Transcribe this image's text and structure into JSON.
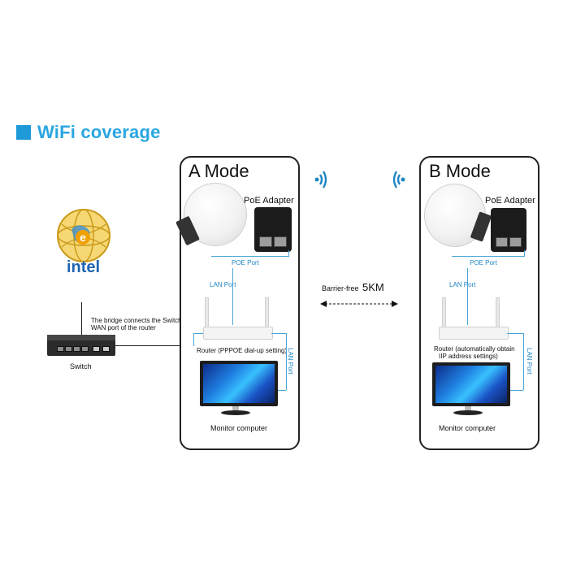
{
  "heading": {
    "title": "WiFi coverage"
  },
  "logo": {
    "text": "intel"
  },
  "switch": {
    "label": "Switch",
    "note_line1": "The bridge connects the Switch and the",
    "note_line2": "WAN port of the router"
  },
  "mode_a": {
    "title": "A Mode",
    "poe_adapter": "PoE Adapter",
    "poe_port": "POE Port",
    "lan_port": "LAN Port",
    "router": "Router (PPPOE dial-up setting)",
    "lan_port_side": "LAN Port",
    "monitor": "Monitor computer"
  },
  "mode_b": {
    "title": "B Mode",
    "poe_adapter": "PoE Adapter",
    "poe_port": "POE Port",
    "lan_port": "LAN Port",
    "router_line1": "Router (automatically obtain",
    "router_line2": "IIP address settings)",
    "lan_port_side": "LAN Port",
    "monitor": "Monitor computer"
  },
  "link": {
    "prefix": "Barrier-free",
    "distance": "5KM"
  },
  "colors": {
    "accent": "#2aa6e0",
    "cable": "#48a6d8",
    "panel_border": "#222222"
  }
}
